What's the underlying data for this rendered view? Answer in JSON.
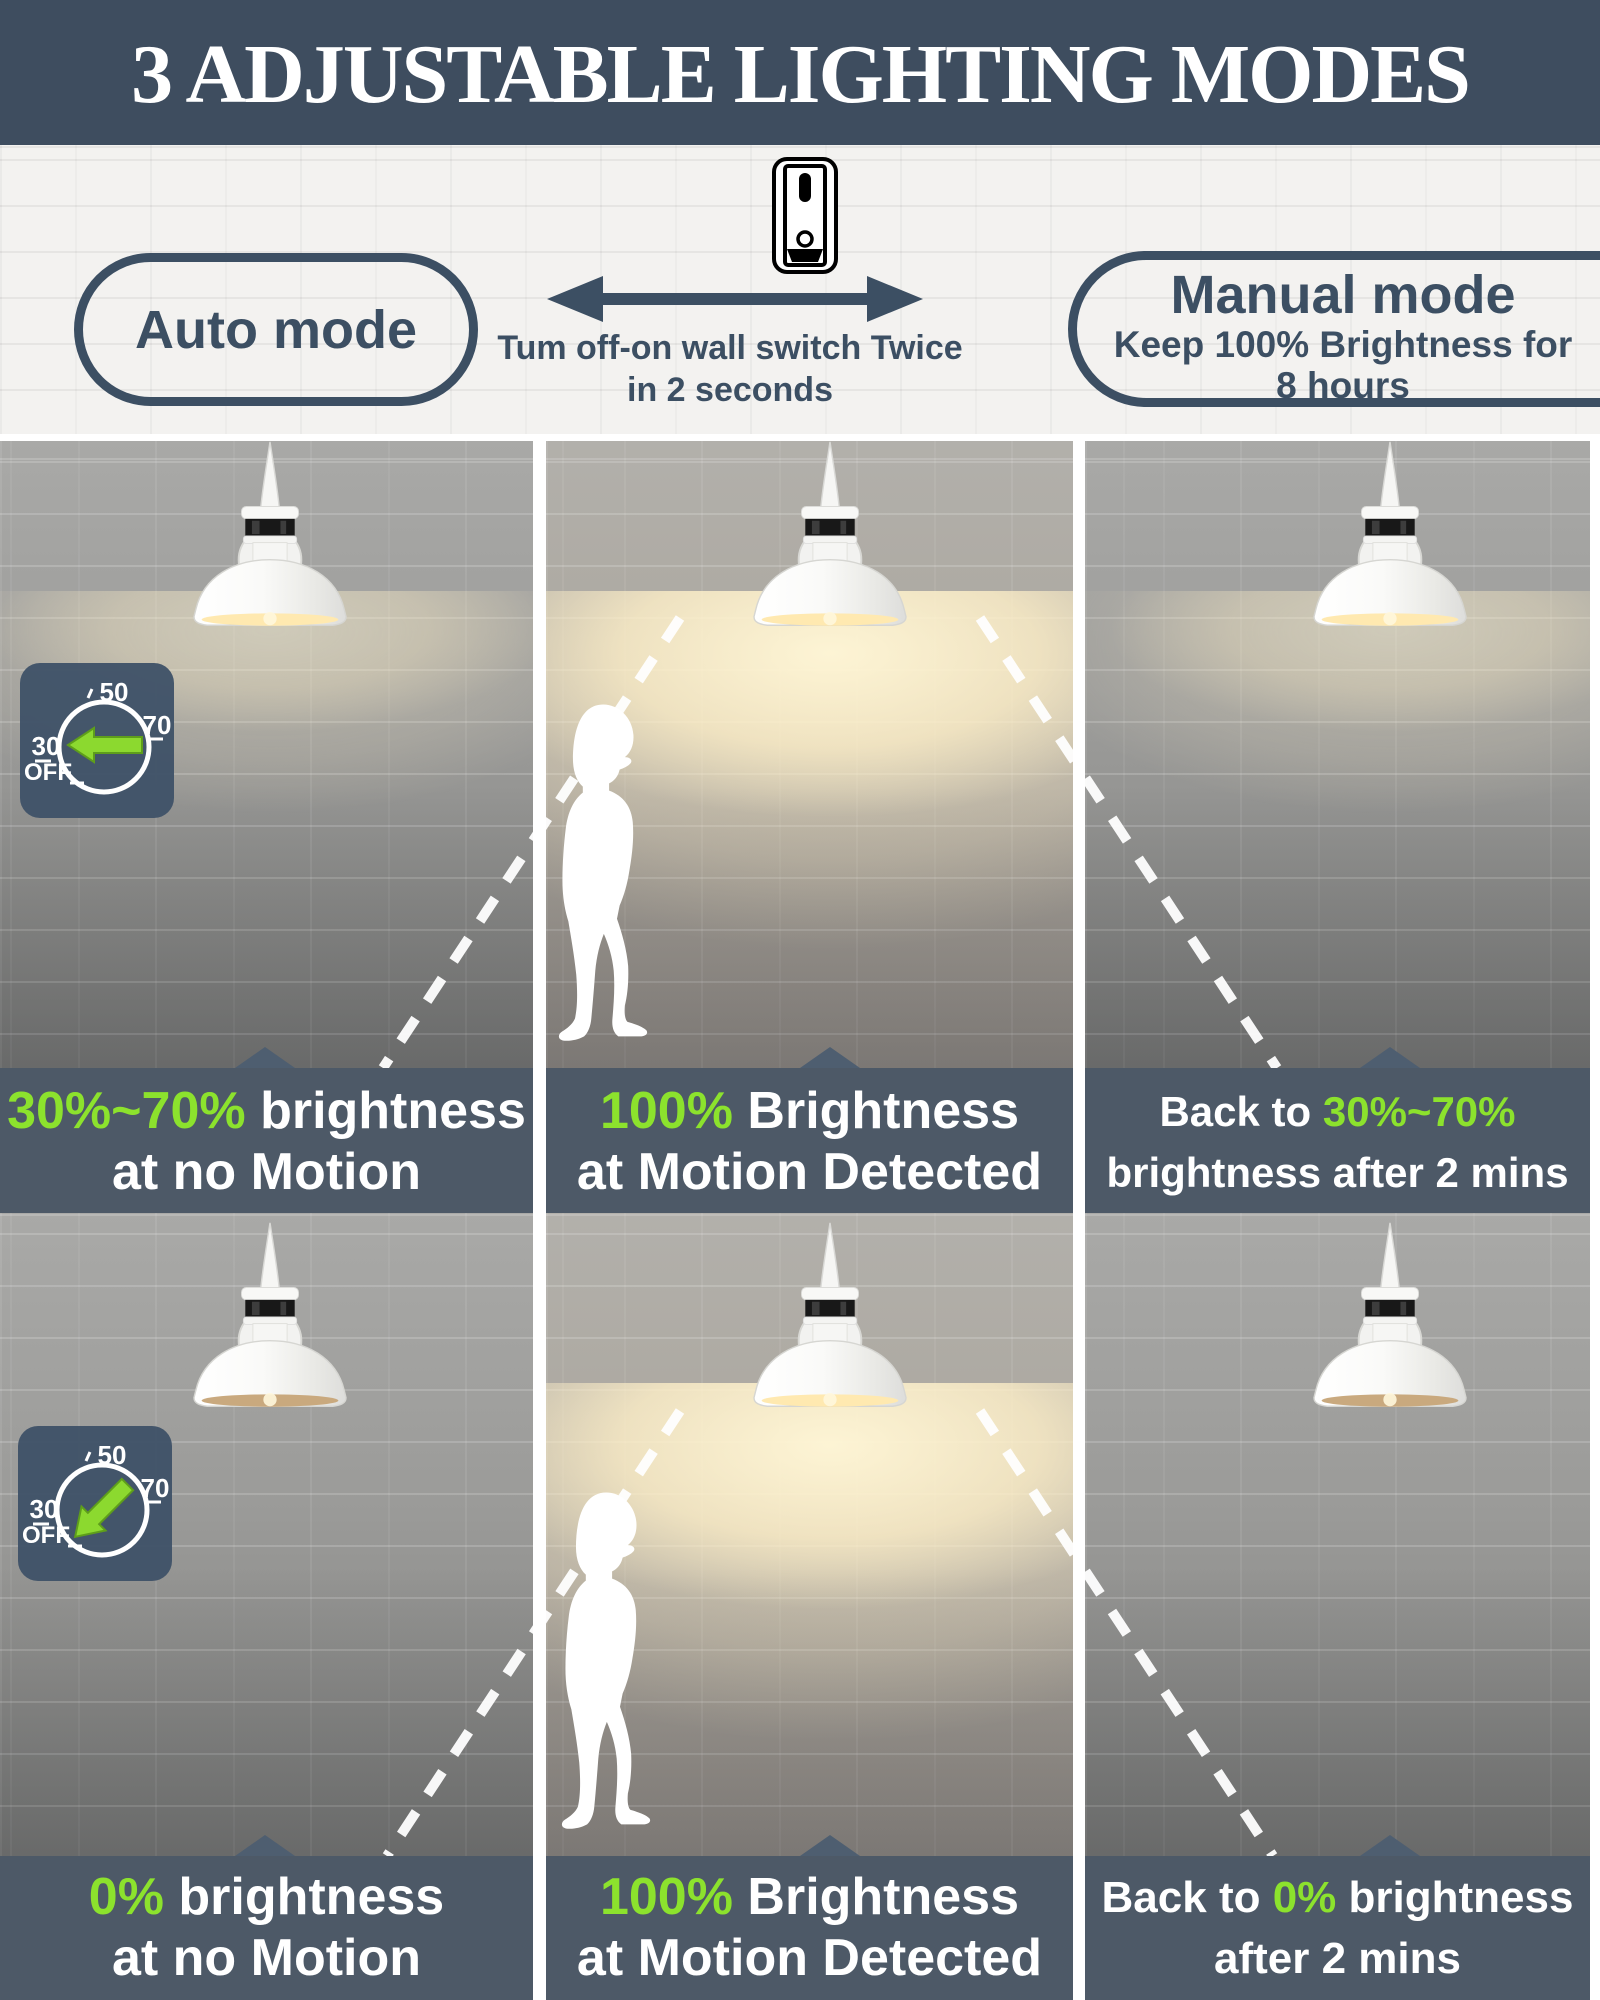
{
  "header": {
    "title": "3 ADJUSTABLE LIGHTING MODES"
  },
  "mode_bar": {
    "auto_label": "Auto mode",
    "manual_label": "Manual mode",
    "manual_desc_line1": "Keep 100% Brightness for",
    "manual_desc_line2": "8 hours",
    "switch_note_line1": "Tum off-on wall switch Twice",
    "switch_note_line2": "in 2 seconds"
  },
  "dial": {
    "top_label": "50",
    "right_label": "70",
    "left_label": "30",
    "off_label": "OFF"
  },
  "rows": [
    {
      "captions": [
        {
          "line1_pre": "",
          "line1_green": "30%~70%",
          "line1_post": " brightness",
          "line2": "at no Motion"
        },
        {
          "line1_pre": "",
          "line1_green": "100%",
          "line1_post": " Brightness",
          "line2": "at Motion Detected"
        },
        {
          "line1_pre": "Back to ",
          "line1_green": "30%~70%",
          "line1_post": "",
          "line2": "brightness after 2 mins"
        }
      ]
    },
    {
      "captions": [
        {
          "line1_pre": "",
          "line1_green": "0%",
          "line1_post": " brightness",
          "line2": "at no Motion"
        },
        {
          "line1_pre": "",
          "line1_green": "100%",
          "line1_post": " Brightness",
          "line2": "at Motion Detected"
        },
        {
          "line1_pre": "Back to ",
          "line1_green": "0%",
          "line1_post": " brightness",
          "line2": "after 2 mins"
        }
      ]
    }
  ],
  "colors": {
    "accent_green": "#8CE22D",
    "slate": "#3C4F63",
    "header_bg": "#3E4D5F",
    "caption_bg": "#4D5967",
    "dial_bg": "#3F5268",
    "glow_warm": "#FFEFC2"
  }
}
